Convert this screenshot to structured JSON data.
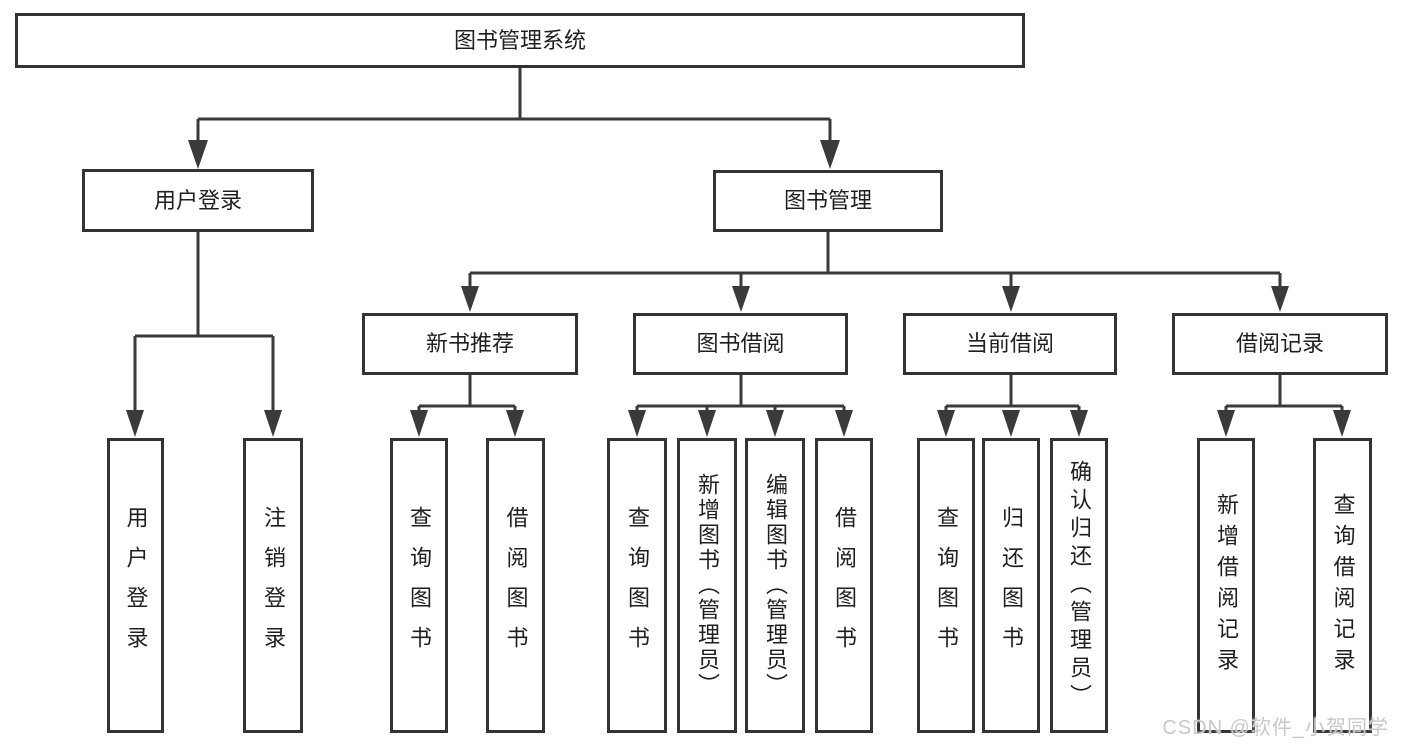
{
  "tree": {
    "label": "图书管理系统",
    "children": [
      {
        "label": "用户登录",
        "children": [
          {
            "label": "用户登录"
          },
          {
            "label": "注销登录"
          }
        ]
      },
      {
        "label": "图书管理",
        "children": [
          {
            "label": "新书推荐",
            "children": [
              {
                "label": "查询图书"
              },
              {
                "label": "借阅图书"
              }
            ]
          },
          {
            "label": "图书借阅",
            "children": [
              {
                "label": "查询图书"
              },
              {
                "label": "新增图书（管理员）"
              },
              {
                "label": "编辑图书（管理员）"
              },
              {
                "label": "借阅图书"
              }
            ]
          },
          {
            "label": "当前借阅",
            "children": [
              {
                "label": "查询图书"
              },
              {
                "label": "归还图书"
              },
              {
                "label": "确认归还（管理员）"
              }
            ]
          },
          {
            "label": "借阅记录",
            "children": [
              {
                "label": "新增借阅记录"
              },
              {
                "label": "查询借阅记录"
              }
            ]
          }
        ]
      }
    ]
  },
  "watermark": "CSDN @软件_小贺同学",
  "colors": {
    "line": "#3a3a3a",
    "box_border": "#333333",
    "text": "#1f1f1f",
    "watermark": "#c8c8c8",
    "background": "#ffffff"
  }
}
